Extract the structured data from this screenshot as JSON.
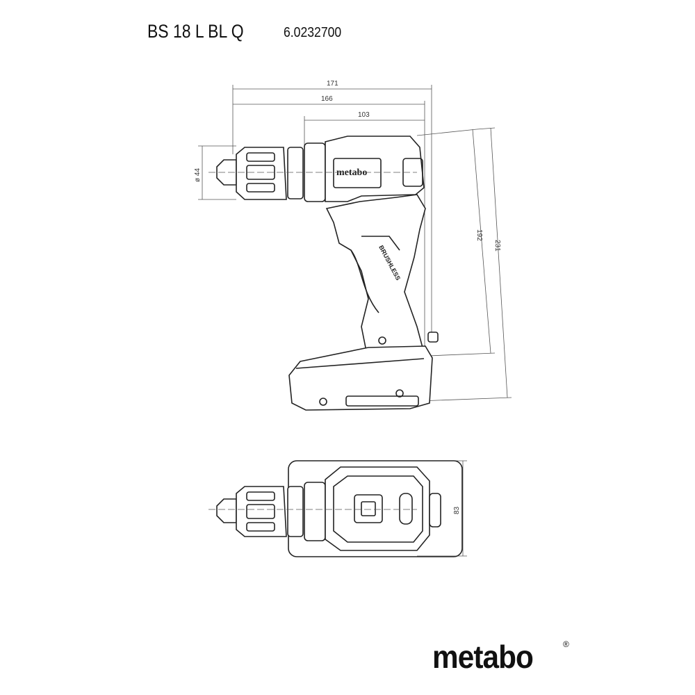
{
  "header": {
    "model": "BS 18 L BL Q",
    "article_number": "6.0232700"
  },
  "dimensions": {
    "length_overall": "171",
    "length_2": "166",
    "length_3": "103",
    "chuck_diameter": "ø 44",
    "height_1": "192",
    "height_2": "231",
    "width": "83"
  },
  "tool_labels": {
    "housing_logo": "metabo",
    "handle_label": "BRUSHLESS"
  },
  "footer": {
    "brand_logo": "metabo",
    "registered": "®"
  }
}
